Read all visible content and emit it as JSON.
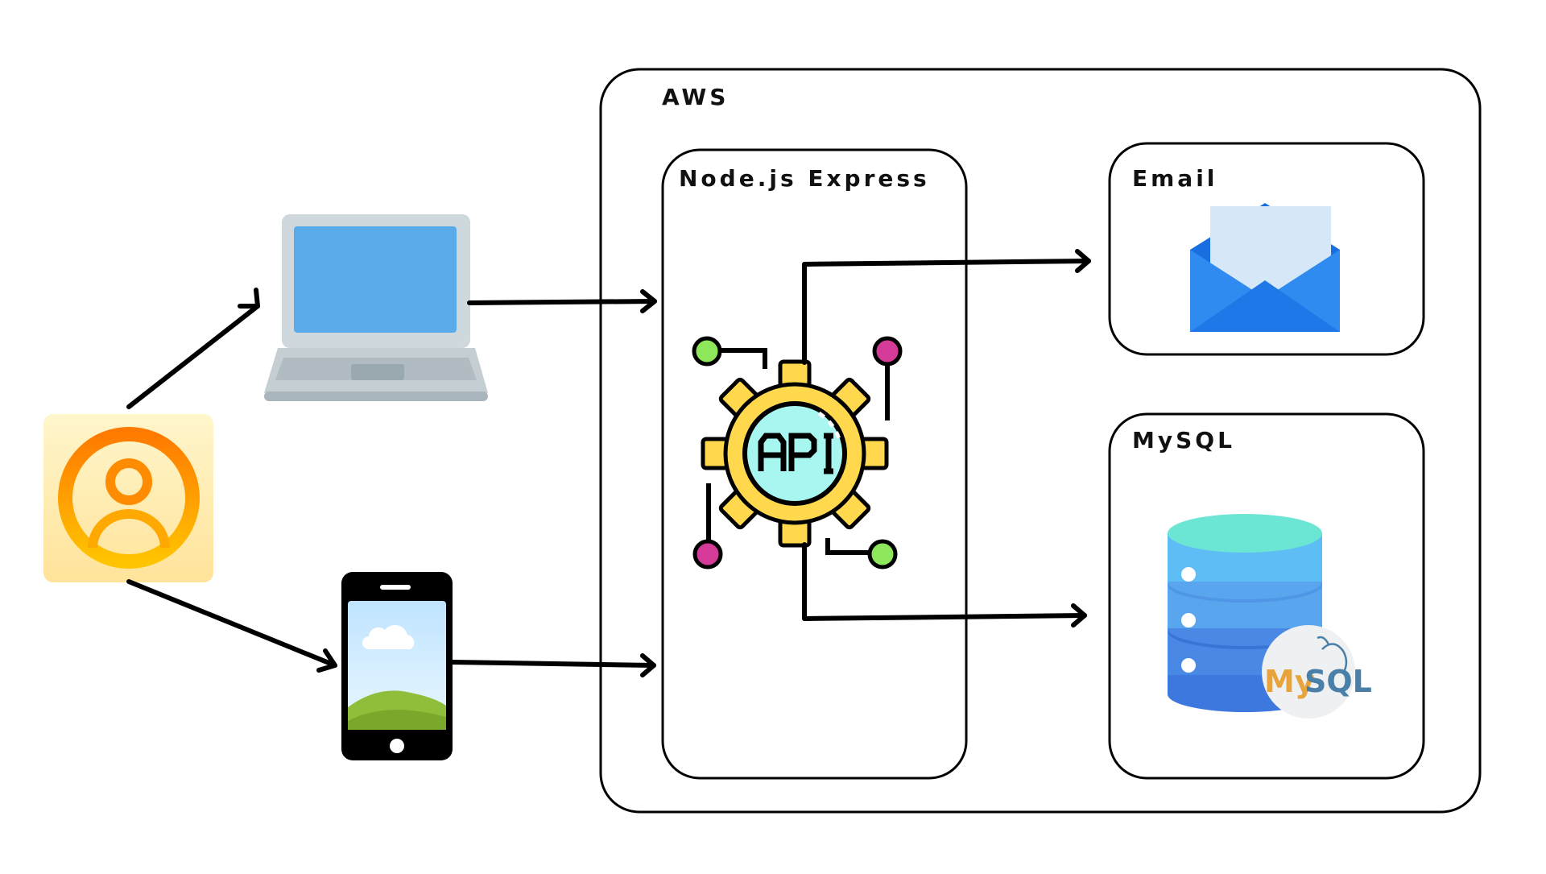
{
  "labels": {
    "aws": "AWS",
    "node": "Node.js Express",
    "email": "Email",
    "mysql": "MySQL"
  },
  "icons": {
    "user": "user-avatar-icon",
    "laptop": "laptop-icon",
    "phone": "smartphone-icon",
    "api": "api-gear-icon",
    "email": "envelope-icon",
    "database": "database-icon",
    "mysql_logo": "mysql-logo"
  },
  "logo_text": {
    "mysql": "MySQL"
  },
  "colors": {
    "stroke": "#000000",
    "user_orange": "#ff8a00",
    "user_bg": "#fff3c4",
    "laptop_screen": "#5aabea",
    "laptop_body": "#cfd8dc",
    "gear_yellow": "#ffd84d",
    "api_cyan": "#a7f7f0",
    "envelope_blue": "#1e88e5",
    "db_top": "#6be6d4",
    "db_mid": "#5bb8f2",
    "db_bottom": "#3f7be0",
    "mysql_orange": "#e8a33a",
    "mysql_blue": "#4a7fa8"
  }
}
